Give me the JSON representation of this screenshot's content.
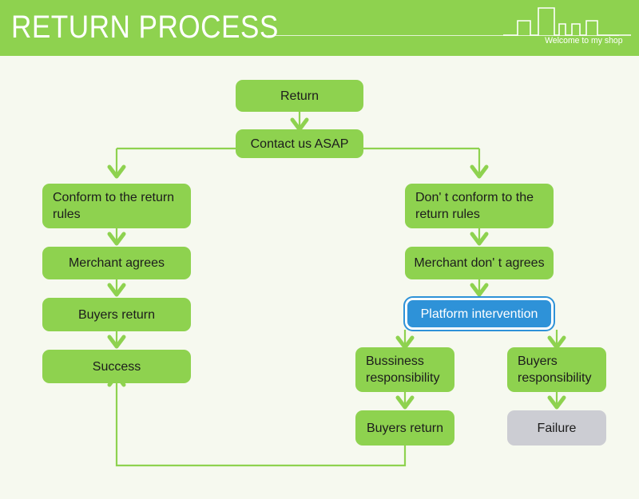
{
  "header": {
    "title": "RETURN PROCESS",
    "tagline": "Welcome to my shop",
    "band_color": "#8ed24f",
    "title_color": "#ffffff",
    "skyline_icon": "city-skyline-icon"
  },
  "theme": {
    "page_background": "#f6f9ef",
    "node_green": "#8ed24f",
    "node_gray": "#cccdd3",
    "node_blue": "#2e92d8",
    "connector_green": "#8ed24f",
    "text_dark": "#1c1c1c",
    "text_light": "#ffffff"
  },
  "flow": {
    "nodes": [
      {
        "id": "return",
        "label": "Return",
        "style": "green"
      },
      {
        "id": "contact",
        "label": "Contact us ASAP",
        "style": "green"
      },
      {
        "id": "conform",
        "label": "Conform to the return rules",
        "style": "green"
      },
      {
        "id": "merchant-agrees",
        "label": "Merchant agrees",
        "style": "green"
      },
      {
        "id": "buyers-return-left",
        "label": "Buyers return",
        "style": "green"
      },
      {
        "id": "success",
        "label": "Success",
        "style": "green"
      },
      {
        "id": "not-conform",
        "label": "Don' t conform to the return rules",
        "style": "green"
      },
      {
        "id": "merchant-dont-agrees",
        "label": "Merchant don' t agrees",
        "style": "green"
      },
      {
        "id": "platform-intervention",
        "label": "Platform intervention",
        "style": "blue"
      },
      {
        "id": "business-resp",
        "label": "Bussiness responsibility",
        "style": "green"
      },
      {
        "id": "buyers-resp",
        "label": "Buyers responsibility",
        "style": "green"
      },
      {
        "id": "buyers-return-right",
        "label": "Buyers return",
        "style": "green"
      },
      {
        "id": "failure",
        "label": "Failure",
        "style": "gray"
      }
    ]
  }
}
